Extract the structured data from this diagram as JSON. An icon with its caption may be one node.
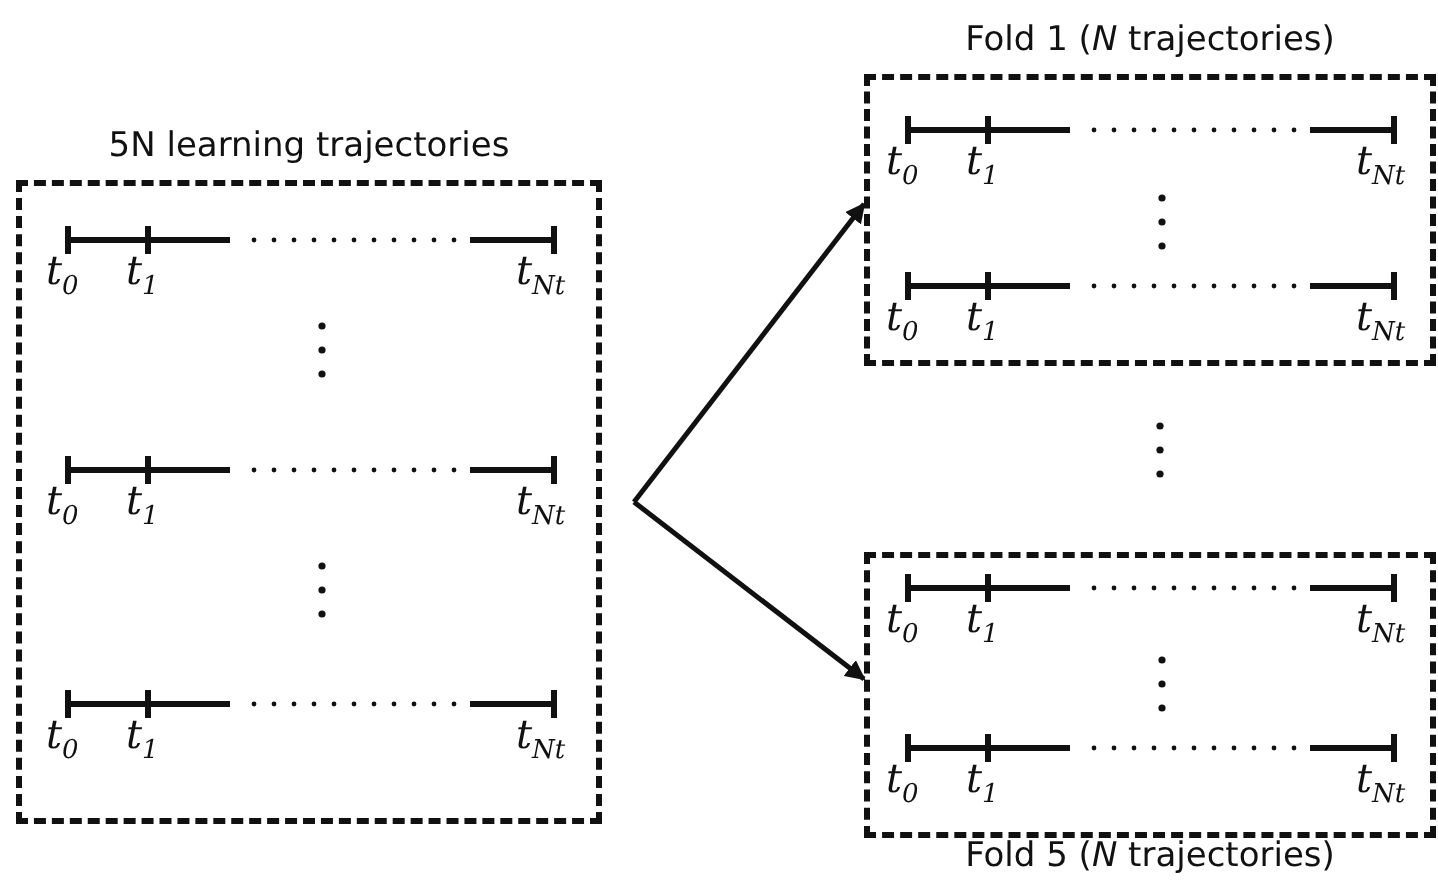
{
  "diagram": {
    "nodes": [
      {
        "text": [
          "5N learning trajectories",
          "*t*$_{0}$",
          "*t*$_{1}$",
          "*t*$_{N}$$_{t}$",
          "*t*$_{0}$",
          "*t*$_{1}$",
          "*t*$_{N}$$_{t}$",
          "*t*$_{0}$",
          "*t*$_{1}$",
          "*t*$_{N}$$_{t}$"
        ]
      },
      {
        "text": [
          "Fold 1 (*N* trajectories)",
          "*t*$_{0}$",
          "*t*$_{1}$",
          "*t*$_{N}$$_{t}$",
          "*t*$_{0}$",
          "*t*$_{1}$",
          "*t*$_{N}$$_{t}$"
        ]
      },
      {
        "text": [
          "Fold 5 (*N* trajectories)",
          "*t*$_{0}$",
          "*t*$_{1}$",
          "*t*$_{N}$$_{t}$",
          "*t*$_{0}$",
          "*t*$_{1}$",
          "*t*$_{N}$$_{t}$"
        ]
      }
    ],
    "edges": [
      {
        "from": 0,
        "to": 1,
        "arrow": "to"
      },
      {
        "from": 0,
        "to": 2,
        "arrow": "to"
      }
    ]
  }
}
